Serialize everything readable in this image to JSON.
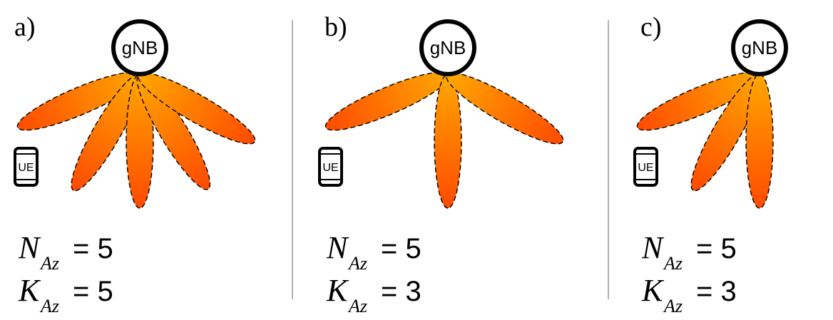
{
  "panels": [
    {
      "label": "a)",
      "node": "gNB",
      "ue": "UE",
      "n_var": "N",
      "n_sub": "Az",
      "n_val": "= 5",
      "k_var": "K",
      "k_sub": "Az",
      "k_val": "= 5"
    },
    {
      "label": "b)",
      "node": "gNB",
      "ue": "UE",
      "n_var": "N",
      "n_sub": "Az",
      "n_val": "= 5",
      "k_var": "K",
      "k_sub": "Az",
      "k_val": "= 3"
    },
    {
      "label": "c)",
      "node": "gNB",
      "ue": "UE",
      "n_var": "N",
      "n_sub": "Az",
      "n_val": "= 5",
      "k_var": "K",
      "k_sub": "Az",
      "k_val": "= 3"
    }
  ],
  "colors": {
    "beam_light": "#ffa800",
    "beam_dark": "#ff4a00",
    "stroke": "#000000",
    "divider": "#999999"
  }
}
